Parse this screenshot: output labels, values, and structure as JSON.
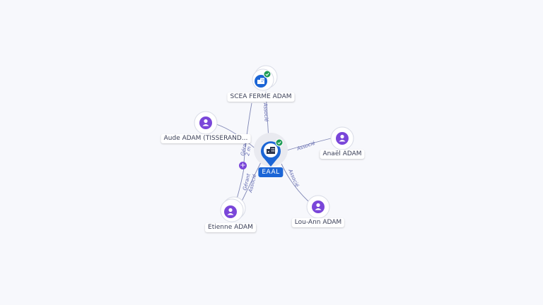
{
  "center": {
    "name": "EAAL",
    "icon": "building-icon",
    "status_icon": "check-badge-icon",
    "color": "#1b65d6"
  },
  "nodes": [
    {
      "id": "scea",
      "label": "SCEA FERME ADAM",
      "kind": "company",
      "icon": "building-icon",
      "verified": true
    },
    {
      "id": "aude",
      "label": "Aude ADAM (TISSERAND...",
      "kind": "person",
      "icon": "person-icon"
    },
    {
      "id": "anael",
      "label": "Anaël ADAM",
      "kind": "person",
      "icon": "person-icon"
    },
    {
      "id": "lou",
      "label": "Lou-Ann ADAM",
      "kind": "person",
      "icon": "person-icon"
    },
    {
      "id": "etienne",
      "label": "Etienne ADAM",
      "kind": "person",
      "icon": "person-icon"
    }
  ],
  "edges": [
    {
      "from": "scea",
      "label": "Associé"
    },
    {
      "from": "anael",
      "label": "Associé"
    },
    {
      "from": "lou",
      "label": "Associé"
    },
    {
      "from": "aude",
      "label": "Gérant"
    },
    {
      "from": "aude",
      "label": "2 m"
    },
    {
      "from": "etienne",
      "label": "Gérant"
    },
    {
      "from": "etienne",
      "label": "Associé"
    }
  ],
  "expand_button": {
    "label": "+"
  },
  "colors": {
    "person": "#7a46d9",
    "company": "#1b65d6",
    "verified": "#1e9b55",
    "edge": "#7f86b5"
  }
}
